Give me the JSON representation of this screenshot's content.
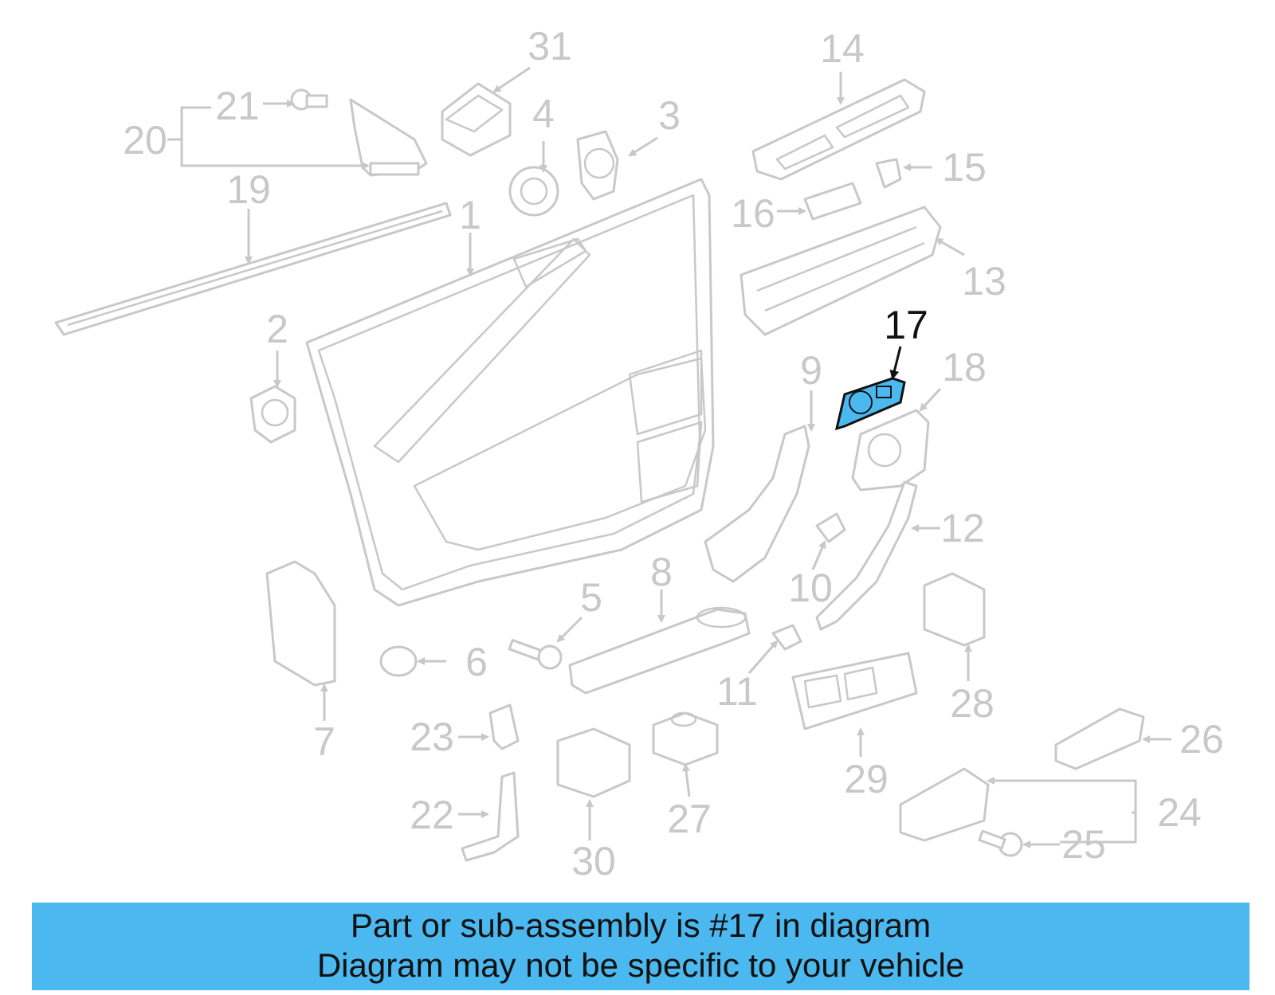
{
  "diagram": {
    "highlight_part": "17",
    "highlight_color": "#4cb8f0",
    "labels": {
      "p1": "1",
      "p2": "2",
      "p3": "3",
      "p4": "4",
      "p5": "5",
      "p6": "6",
      "p7": "7",
      "p8": "8",
      "p9": "9",
      "p10": "10",
      "p11": "11",
      "p12": "12",
      "p13": "13",
      "p14": "14",
      "p15": "15",
      "p16": "16",
      "p17": "17",
      "p18": "18",
      "p19": "19",
      "p20": "20",
      "p21": "21",
      "p22": "22",
      "p23": "23",
      "p24": "24",
      "p25": "25",
      "p26": "26",
      "p27": "27",
      "p28": "28",
      "p29": "29",
      "p30": "30",
      "p31": "31"
    }
  },
  "banner": {
    "line1": "Part or sub-assembly is #17 in diagram",
    "line2": "Diagram may not be specific to your vehicle",
    "background": "#4cb8f0"
  }
}
